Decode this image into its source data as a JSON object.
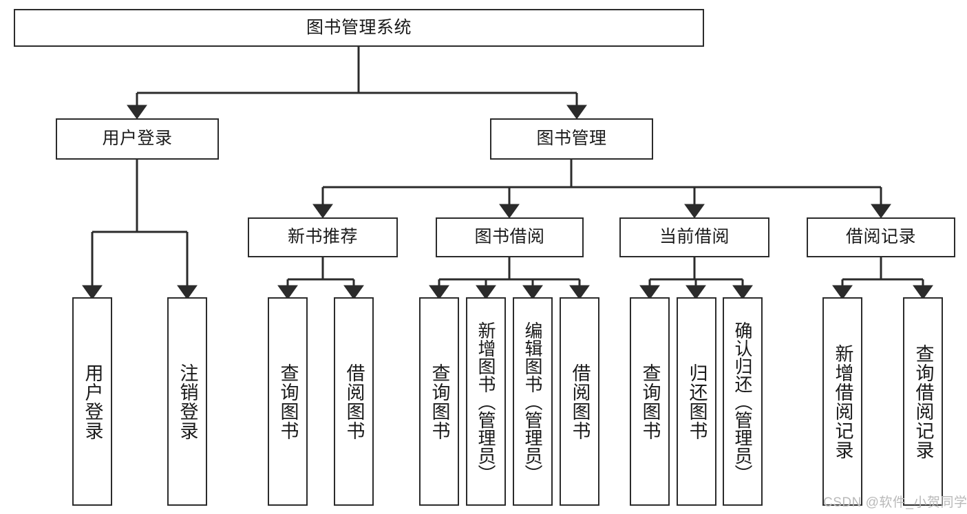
{
  "diagram": {
    "title": "图书管理系统",
    "type": "tree-hierarchy-chart",
    "watermark": "CSDN @软件_小贺同学",
    "colors": {
      "node_border": "#2b2b2b",
      "node_fill": "#ffffff",
      "edge": "#2b2b2b",
      "text": "#1a1a1a",
      "watermark": "#b9b9b9",
      "background": "#ffffff"
    },
    "root": {
      "id": "root",
      "label": "图书管理系统"
    },
    "level2": [
      {
        "id": "user-login",
        "label": "用户登录"
      },
      {
        "id": "book-management",
        "label": "图书管理"
      }
    ],
    "level3": [
      {
        "id": "new-book-recommend",
        "label": "新书推荐"
      },
      {
        "id": "book-borrow",
        "label": "图书借阅"
      },
      {
        "id": "current-borrow",
        "label": "当前借阅"
      },
      {
        "id": "borrow-record",
        "label": "借阅记录"
      }
    ],
    "leaves": {
      "user_login": [
        {
          "id": "leaf-user-login",
          "label": "用户登录"
        },
        {
          "id": "leaf-logout-login",
          "label": "注销登录"
        }
      ],
      "new_book_recommend": [
        {
          "id": "leaf-query-book-1",
          "label": "查询图书"
        },
        {
          "id": "leaf-borrow-book-1",
          "label": "借阅图书"
        }
      ],
      "book_borrow": [
        {
          "id": "leaf-query-book-2",
          "label": "查询图书"
        },
        {
          "id": "leaf-add-book",
          "label": "新增图书（管理员）"
        },
        {
          "id": "leaf-edit-book",
          "label": "编辑图书（管理员）"
        },
        {
          "id": "leaf-borrow-book-2",
          "label": "借阅图书"
        }
      ],
      "current_borrow": [
        {
          "id": "leaf-query-book-3",
          "label": "查询图书"
        },
        {
          "id": "leaf-return-book",
          "label": "归还图书"
        },
        {
          "id": "leaf-confirm-return",
          "label": "确认归还（管理员）"
        }
      ],
      "borrow_record": [
        {
          "id": "leaf-add-record",
          "label": "新增借阅记录"
        },
        {
          "id": "leaf-query-record",
          "label": "查询借阅记录"
        }
      ]
    }
  }
}
